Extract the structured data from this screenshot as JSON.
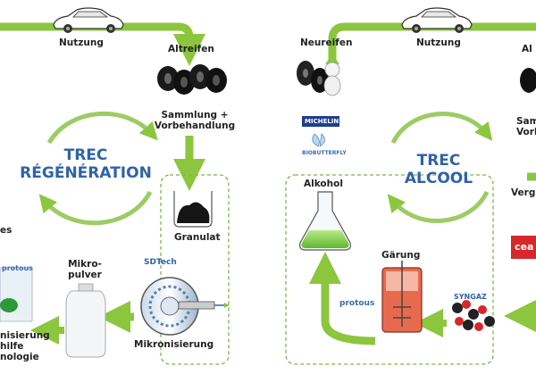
{
  "colors": {
    "green": "#8cc63f",
    "green_dark": "#6aa82a",
    "blue": "#2f63a8",
    "dash": "#7bb84a"
  },
  "left": {
    "title_line1": "TREC",
    "title_line2": "RÉGÉNÉRATION",
    "nutzung": "Nutzung",
    "altreifen": "Altreifen",
    "sammlung_line1": "Sammlung +",
    "sammlung_line2": "Vorbehandlung",
    "granulat": "Granulat",
    "mikro_line1": "Mikro-",
    "mikro_line2": "pulver",
    "mikronisierung": "Mikronisierung",
    "sdtech": "SDTech",
    "protous": "protous",
    "cut_line1": "nisierung",
    "cut_line2": "hilfe",
    "cut_line3": "nologie",
    "cut_es": "es"
  },
  "right": {
    "title_line1": "TREC",
    "title_line2": "ALCOOL",
    "neureifen": "Neureifen",
    "nutzung": "Nutzung",
    "michelin": "MICHELIN",
    "biobutterfly": "BIOBUTTERFLY",
    "alkohol": "Alkohol",
    "garung": "Gärung",
    "syngaz": "SYNGAZ",
    "protous": "protous",
    "cea": "cea",
    "cut_al": "Al",
    "cut_sam": "Sam",
    "cut_vorbe": "Vorbe",
    "cut_verg": "Verg"
  }
}
